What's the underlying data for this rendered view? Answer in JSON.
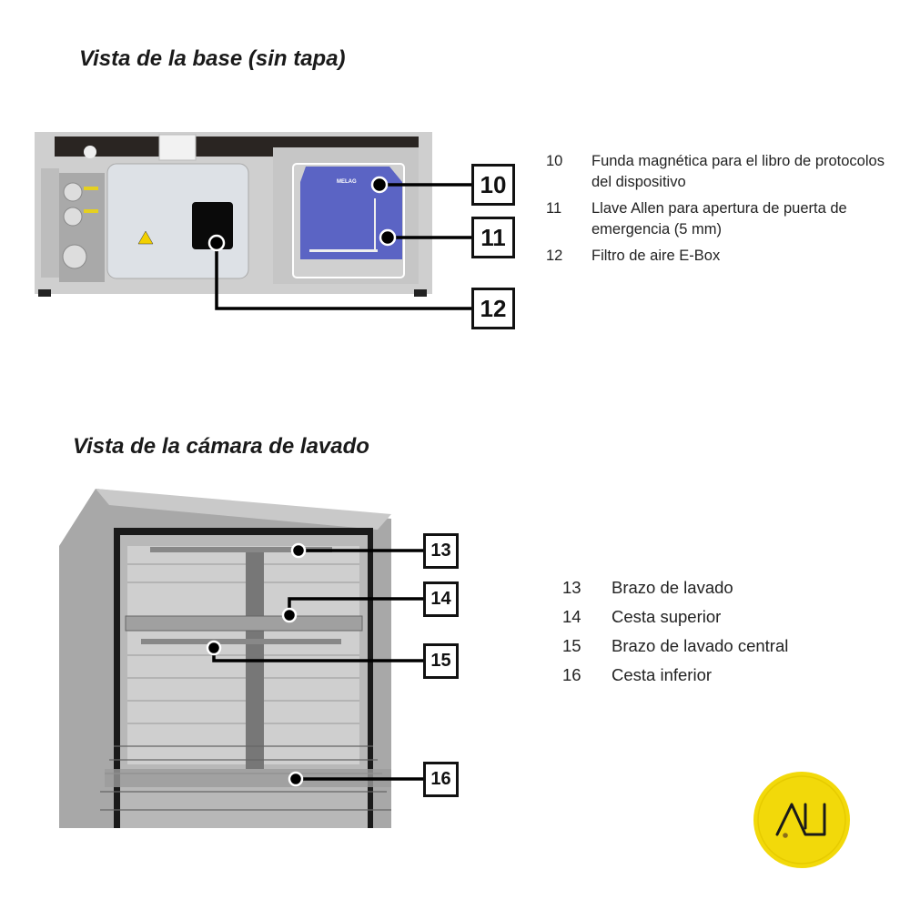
{
  "base_view": {
    "title": "Vista de la base (sin tapa)",
    "brand_label": "MELAG",
    "callouts": [
      "10",
      "11",
      "12"
    ],
    "items": [
      {
        "num": "10",
        "text": "Funda magnética para el libro de protocolos del dispositivo"
      },
      {
        "num": "11",
        "text": "Llave Allen para apertura de puerta de emergencia (5 mm)"
      },
      {
        "num": "12",
        "text": "Filtro de aire E-Box"
      }
    ]
  },
  "chamber_view": {
    "title": "Vista de la cámara de lavado",
    "callouts": [
      "13",
      "14",
      "15",
      "16"
    ],
    "items": [
      {
        "num": "13",
        "text": "Brazo de lavado"
      },
      {
        "num": "14",
        "text": "Cesta superior"
      },
      {
        "num": "15",
        "text": "Brazo de lavado central"
      },
      {
        "num": "16",
        "text": "Cesta inferior"
      }
    ]
  },
  "logo": {
    "text": "AU",
    "color": "#f2d90a"
  }
}
